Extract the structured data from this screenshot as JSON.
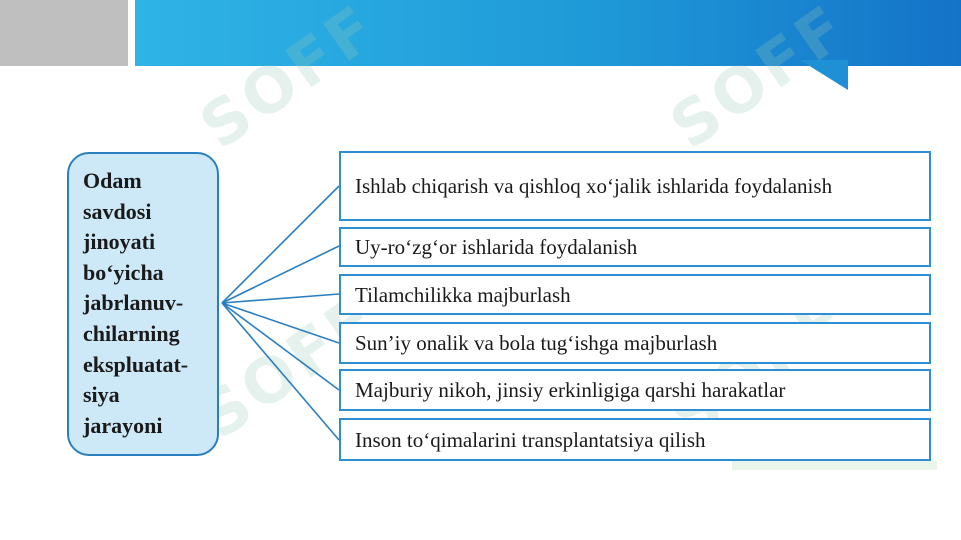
{
  "root": {
    "lines": [
      "Odam",
      "savdosi",
      "jinoyati",
      "bo‘yicha",
      "jabrlanuv-",
      "chilarning",
      "ekspluatat-",
      "siya",
      "jarayoni"
    ]
  },
  "items": [
    "Ishlab chiqarish va qishloq xo‘jalik ishlarida foydalanish",
    "Uy-ro‘zg‘or ishlarida foydalanish",
    "Tilamchilikka majburlash",
    "Sun’iy onalik va bola tug‘ishga majburlash",
    "Majburiy nikoh, jinsiy erkinligiga qarshi harakatlar",
    "Inson to‘qimalarini transplantatsiya qilish"
  ],
  "watermark_text": "SOFF",
  "colors": {
    "header_blue": "#1f9ad8",
    "header_gray": "#bfbfbf",
    "box_border": "#2d8ed2",
    "root_fill": "#cde9f8",
    "connector": "#2a7fc0"
  }
}
